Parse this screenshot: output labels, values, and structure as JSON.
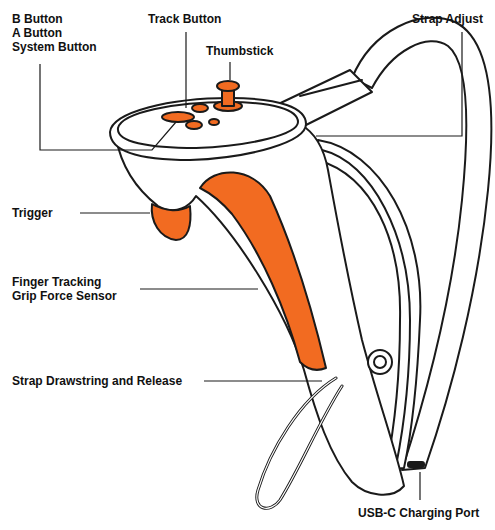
{
  "diagram": {
    "labels": [
      "B Button",
      "A Button",
      "System Button",
      "Track Button",
      "Thumbstick",
      "Strap Adjust",
      "Trigger",
      "Finger Tracking",
      "Grip Force Sensor",
      "Strap Drawstring and Release",
      "USB-C Charging Port"
    ]
  }
}
